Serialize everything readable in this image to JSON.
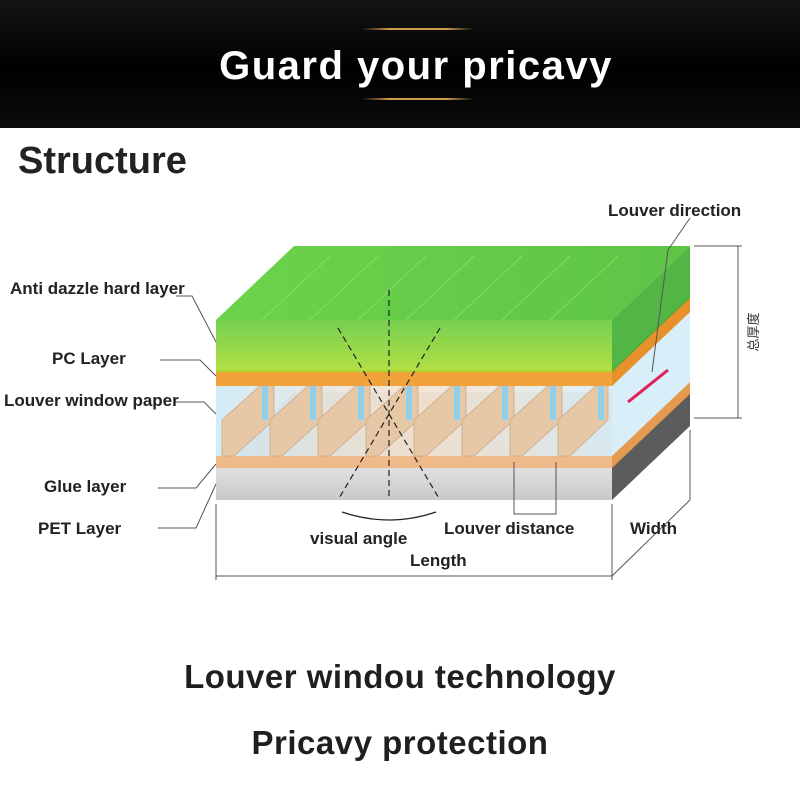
{
  "banner": {
    "title": "Guard your pricavy"
  },
  "section": {
    "title": "Structure"
  },
  "diagram": {
    "layer_labels": [
      "Anti dazzle hard layer",
      "PC Layer",
      "Louver window paper",
      "Glue layer",
      "PET Layer"
    ],
    "louver_direction": "Louver direction",
    "thickness": "总厚度",
    "visual_angle": "visual angle",
    "louver_distance": "Louver distance",
    "width": "Width",
    "length": "Length"
  },
  "footer": {
    "line1": "Louver windou technology",
    "line2": "Pricavy protection"
  },
  "colors": {
    "green_top": "#6fd33a",
    "orange_pc": "#f2a23a",
    "louver_blue": "#bfe6f7",
    "glue_tan": "#efb98a",
    "pet_gray": "#d4d4d4",
    "direction_mark": "#e0205a"
  }
}
